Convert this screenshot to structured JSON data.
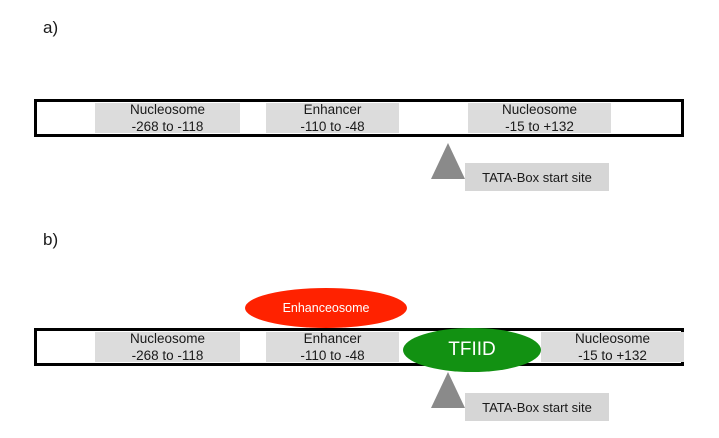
{
  "panel_a": {
    "label": "a)",
    "segments": [
      {
        "name": "Nucleosome",
        "range": "-268 to -118"
      },
      {
        "name": "Enhancer",
        "range": "-110 to -48"
      },
      {
        "name": "Nucleosome",
        "range": "-15 to +132"
      }
    ],
    "tata_label": "TATA-Box start site"
  },
  "panel_b": {
    "label": "b)",
    "segments": [
      {
        "name": "Nucleosome",
        "range": "-268 to -118"
      },
      {
        "name": "Enhancer",
        "range": "-110 to -48"
      },
      {
        "name": "Nucleosome",
        "range": "-15 to +132"
      }
    ],
    "enhanceosome_label": "Enhanceosome",
    "tfiid_label": "TFIID",
    "tata_label": "TATA-Box start site"
  },
  "colors": {
    "segment_fill": "#dcdcdc",
    "enhanceosome": "#ff2200",
    "tfiid": "#129112",
    "triangle": "#8a8a8a",
    "tata_box": "#d6d6d6"
  }
}
